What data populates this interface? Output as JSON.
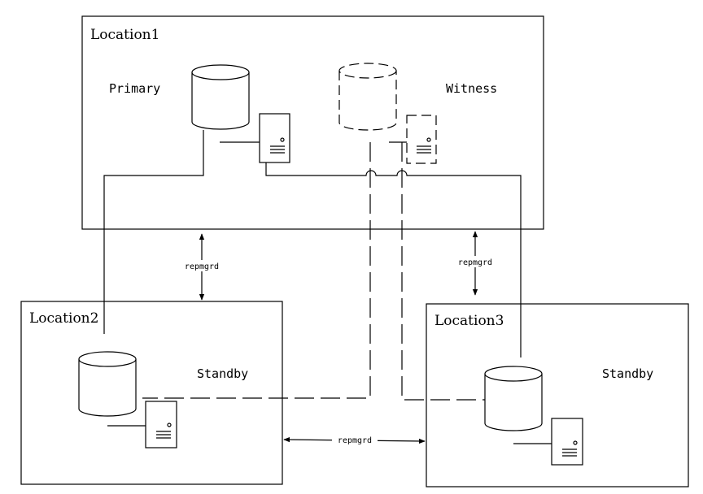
{
  "locations": {
    "loc1": "Location1",
    "loc2": "Location2",
    "loc3": "Location3"
  },
  "roles": {
    "primary": "Primary",
    "witness": "Witness",
    "standby2": "Standby",
    "standby3": "Standby"
  },
  "links": {
    "loc1_loc2": "repmgrd",
    "loc1_loc3": "repmgrd",
    "loc2_loc3": "repmgrd"
  },
  "icons": {
    "database": "database-cylinder-icon",
    "server": "server-tower-icon"
  }
}
